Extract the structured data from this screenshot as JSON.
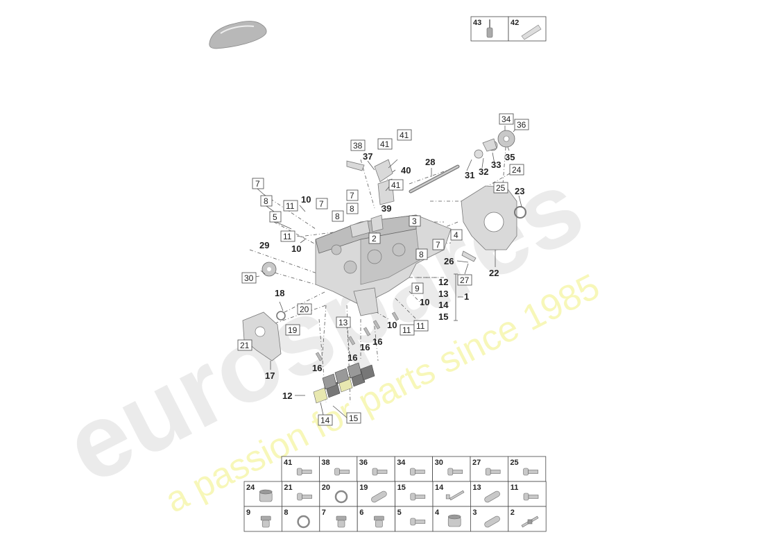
{
  "watermark": {
    "brand": "eurospares",
    "tagline": "a passion for parts since 1985"
  },
  "top_legend": [
    {
      "num": "43",
      "icon": "adhesive-bottle-icon"
    },
    {
      "num": "42",
      "icon": "sealant-tube-icon"
    }
  ],
  "callouts": {
    "c7a": "7",
    "c8a": "8",
    "c5": "5",
    "c11a": "11",
    "c10a": "10",
    "c7b": "7",
    "c8b": "8",
    "c7c": "7",
    "c8c": "8",
    "c38": "38",
    "c37": "37",
    "c41a": "41",
    "c41b": "41",
    "c40": "40",
    "c41c": "41",
    "c39": "39",
    "c3": "3",
    "c2": "2",
    "c11b": "11",
    "c10b": "10",
    "c29": "29",
    "c30": "30",
    "c4": "4",
    "c7d": "7",
    "c8d": "8",
    "c28": "28",
    "c34": "34",
    "c36": "36",
    "c31": "31",
    "c32": "32",
    "c33": "33",
    "c35": "35",
    "c24": "24",
    "c25": "25",
    "c23": "23",
    "c22": "22",
    "c26": "26",
    "c27": "27",
    "c12": "12",
    "c13": "13",
    "c14": "14",
    "c15": "15",
    "c1": "1",
    "c9": "9",
    "c10c": "10",
    "c10d": "10",
    "c11c": "11",
    "c11d": "11",
    "c18": "18",
    "c20": "20",
    "c19": "19",
    "c21": "21",
    "c17": "17",
    "c13b": "13",
    "c16a": "16",
    "c16b": "16",
    "c16c": "16",
    "c16d": "16",
    "c12b": "12",
    "c14b": "14",
    "c15b": "15"
  },
  "bottom_legend": {
    "row1": [
      {
        "num": "41",
        "icon": "bolt-icon"
      },
      {
        "num": "38",
        "icon": "bolt-icon"
      },
      {
        "num": "36",
        "icon": "bolt-icon"
      },
      {
        "num": "34",
        "icon": "bolt-icon"
      },
      {
        "num": "30",
        "icon": "bolt-icon"
      },
      {
        "num": "27",
        "icon": "bolt-icon"
      },
      {
        "num": "25",
        "icon": "bolt-icon"
      }
    ],
    "row2": [
      {
        "num": "24",
        "icon": "sleeve-icon"
      },
      {
        "num": "21",
        "icon": "bolt-icon"
      },
      {
        "num": "20",
        "icon": "seal-ring-icon"
      },
      {
        "num": "19",
        "icon": "dowel-icon"
      },
      {
        "num": "15",
        "icon": "bolt-icon"
      },
      {
        "num": "14",
        "icon": "long-bolt-icon"
      },
      {
        "num": "13",
        "icon": "dowel-icon"
      },
      {
        "num": "11",
        "icon": "bolt-icon"
      }
    ],
    "row3": [
      {
        "num": "9",
        "icon": "plug-icon"
      },
      {
        "num": "8",
        "icon": "seal-ring-icon"
      },
      {
        "num": "7",
        "icon": "plug-icon"
      },
      {
        "num": "6",
        "icon": "plug-icon"
      },
      {
        "num": "5",
        "icon": "bolt-icon"
      },
      {
        "num": "4",
        "icon": "sleeve-icon"
      },
      {
        "num": "3",
        "icon": "dowel-icon"
      },
      {
        "num": "2",
        "icon": "stud-icon"
      }
    ]
  }
}
